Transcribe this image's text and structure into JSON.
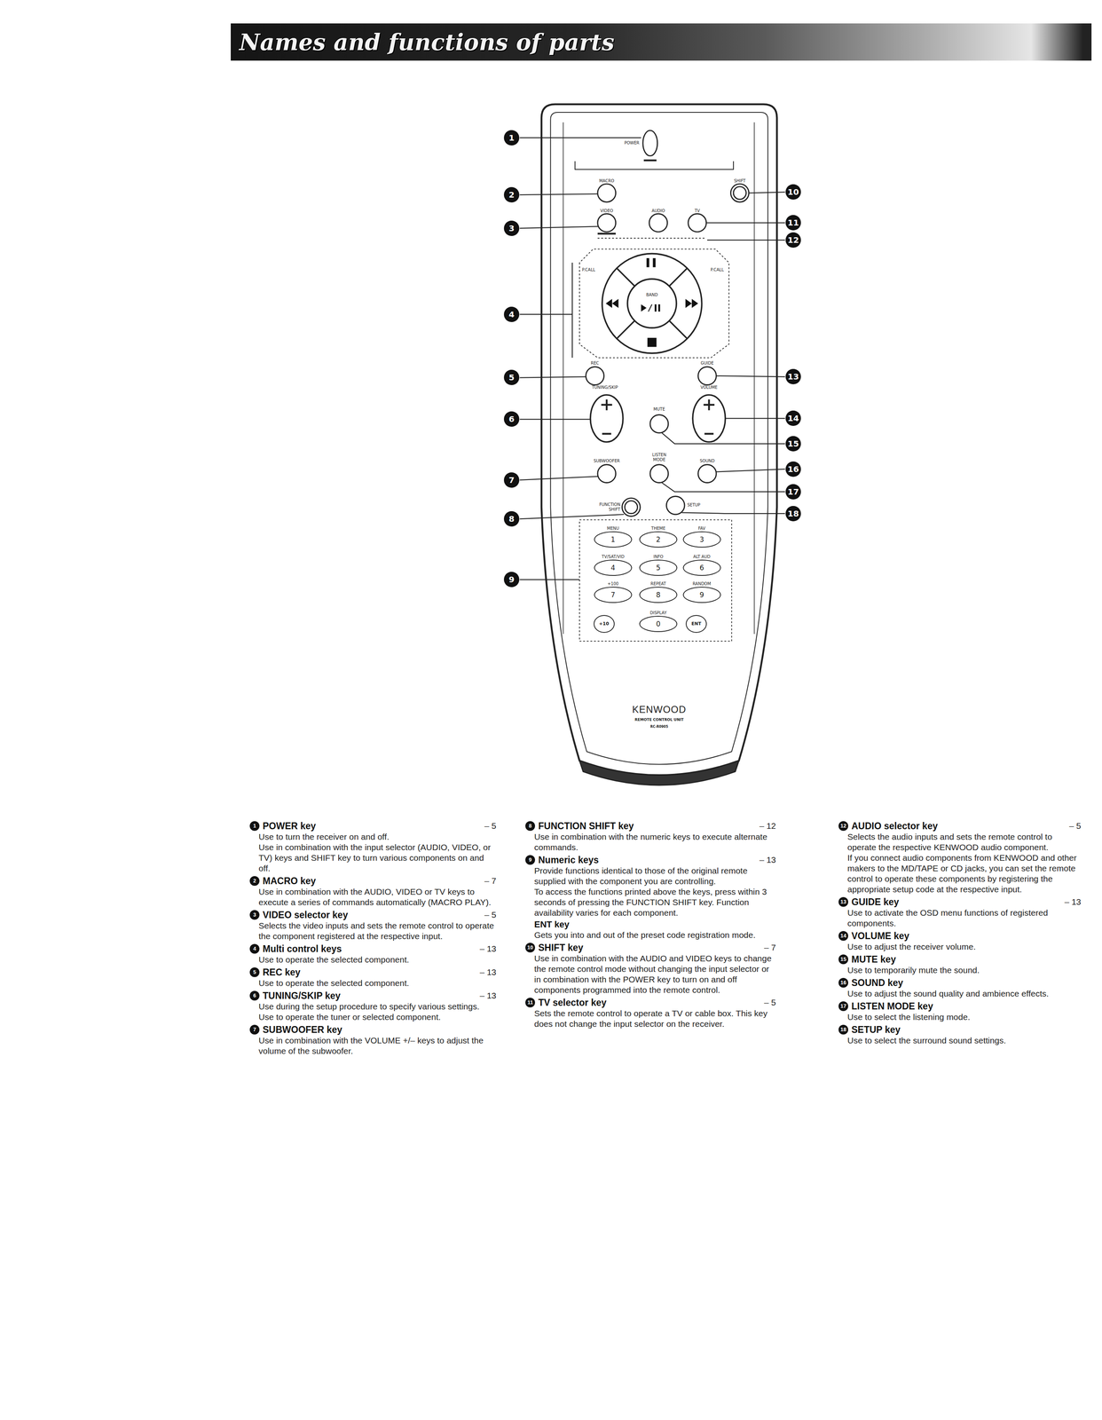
{
  "diagram": {
    "title": "Names and functions of parts",
    "nodes": [
      {
        "text": [
          "MENU",
          "1"
        ]
      },
      {
        "text": [
          "THEME",
          "2"
        ]
      },
      {
        "text": [
          "FAV",
          "3"
        ]
      },
      {
        "text": [
          "TV/SAT/VID",
          "4"
        ]
      },
      {
        "text": [
          "INFO",
          "5"
        ]
      },
      {
        "text": [
          "ALT AUD",
          "6"
        ]
      },
      {
        "text": [
          "+100",
          "7"
        ]
      },
      {
        "text": [
          "REPEAT",
          "8"
        ]
      },
      {
        "text": [
          "RANDOM",
          "9"
        ]
      },
      {
        "text": [
          "+10"
        ]
      },
      {
        "text": [
          "DISPLAY",
          "0"
        ]
      },
      {
        "text": [
          "ENT"
        ]
      }
    ],
    "labels": [
      "POWER",
      "MACRO",
      "SHIFT",
      "VIDEO",
      "AUDIO",
      "TV",
      "P.CALL",
      "P.CALL",
      "BAND",
      "REC",
      "GUIDE",
      "TUNING/SKIP",
      "VOLUME",
      "MUTE",
      "LISTEN MODE",
      "SUBWOOFER",
      "SOUND",
      "FUNCTION SHIFT",
      "SETUP",
      "KENWOOD",
      "REMOTE CONTROL UNIT",
      "RC-R0905",
      "1",
      "2",
      "3",
      "4",
      "5",
      "6",
      "7",
      "8",
      "9",
      "10",
      "11",
      "12",
      "13",
      "14",
      "15",
      "16",
      "17",
      "18",
      "1",
      "POWER key",
      "– 5",
      "Use to turn the receiver on and off.",
      "Use in combination with the input selector (AUDIO, VIDEO, or TV) keys and SHIFT key to turn various components on and off.",
      "2",
      "MACRO key",
      "– 7",
      "Use in combination with the AUDIO, VIDEO or TV keys to execute a series of commands automatically (MACRO PLAY).",
      "3",
      "VIDEO selector key",
      "– 5",
      "Selects the video inputs and sets the remote control to operate the component registered at the respective input.",
      "4",
      "Multi control keys",
      "– 13",
      "Use to operate the selected component.",
      "5",
      "REC key",
      "– 13",
      "Use to operate the selected component.",
      "6",
      "TUNING/SKIP key",
      "– 13",
      "Use during the setup procedure to specify various settings. Use to operate the tuner or selected component.",
      "7",
      "SUBWOOFER key",
      "Use in combination with the VOLUME +/– keys to adjust the volume of the subwoofer.",
      "8",
      "FUNCTION SHIFT key",
      "– 12",
      "Use in combination with the numeric keys to execute alternate commands.",
      "9",
      "Numeric keys",
      "– 13",
      "Provide functions identical to those of the original remote supplied with the component you are controlling.",
      "To access the functions printed above the keys, press within 3 seconds of pressing the FUNCTION SHIFT key. Function availability varies for each component.",
      "ENT key",
      "Gets you into and out of the preset code registration mode.",
      "10",
      "SHIFT key",
      "– 7",
      "Use in combination with the AUDIO and VIDEO keys to change the remote control mode without changing the input selector or in combination with the POWER key to turn on and off components programmed into the remote control.",
      "11",
      "TV selector key",
      "– 5",
      "Sets the remote control to operate a TV or cable box. This key does not change the input selector on the receiver.",
      "12",
      "AUDIO selector key",
      "– 5",
      "Selects the audio inputs and sets the remote control to operate the respective KENWOOD audio component.",
      "If you connect audio components from KENWOOD and other makers to the MD/TAPE or CD jacks, you can set the remote control to operate these components by registering the appropriate setup code at the respective input.",
      "13",
      "GUIDE key",
      "– 13",
      "Use to activate the OSD menu functions of registered components.",
      "14",
      "VOLUME key",
      "Use to adjust the receiver volume.",
      "15",
      "MUTE key",
      "Use to temporarily mute the sound.",
      "16",
      "SOUND key",
      "Use to adjust the sound quality and ambience effects.",
      "17",
      "LISTEN MODE key",
      "Use to select the listening mode.",
      "18",
      "SETUP key",
      "Use to select the surround sound settings."
    ]
  }
}
